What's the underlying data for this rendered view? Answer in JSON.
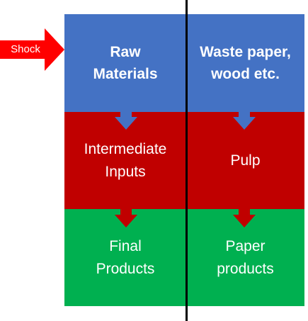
{
  "shock": {
    "label": "Shock",
    "color": "#ff0000"
  },
  "left_column": {
    "top": "Raw\nMaterials",
    "middle": "Intermediate\nInputs",
    "bottom": "Final\nProducts"
  },
  "right_column": {
    "top": "Waste paper,\nwood etc.",
    "middle": "Pulp",
    "bottom": "Paper\nproducts"
  },
  "colors": {
    "top_row": "#4472c4",
    "middle_row": "#c00000",
    "bottom_row": "#00b050",
    "down_arrow_top": "#4472c4",
    "down_arrow_middle": "#c00000",
    "divider": "#000000"
  }
}
